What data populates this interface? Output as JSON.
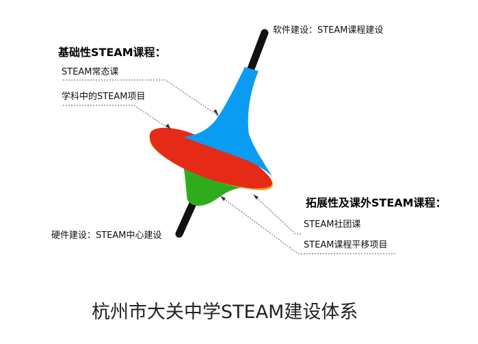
{
  "caption": "杭州市大关中学STEAM建设体系",
  "top_label": "软件建设：STEAM课程建设",
  "bottom_label": "硬件建设：STEAM中心建设",
  "basic": {
    "heading": "基础性STEAM课程：",
    "items": [
      "STEAM常态课",
      "学科中的STEAM项目"
    ]
  },
  "extended": {
    "heading": "拓展性及课外STEAM课程：",
    "items": [
      "STEAM社团课",
      "STEAM课程平移项目"
    ]
  },
  "colors": {
    "blue": "#0a9cf2",
    "red": "#e52a18",
    "orange": "#f6a414",
    "green": "#2fac1c",
    "stick": "#111111"
  }
}
